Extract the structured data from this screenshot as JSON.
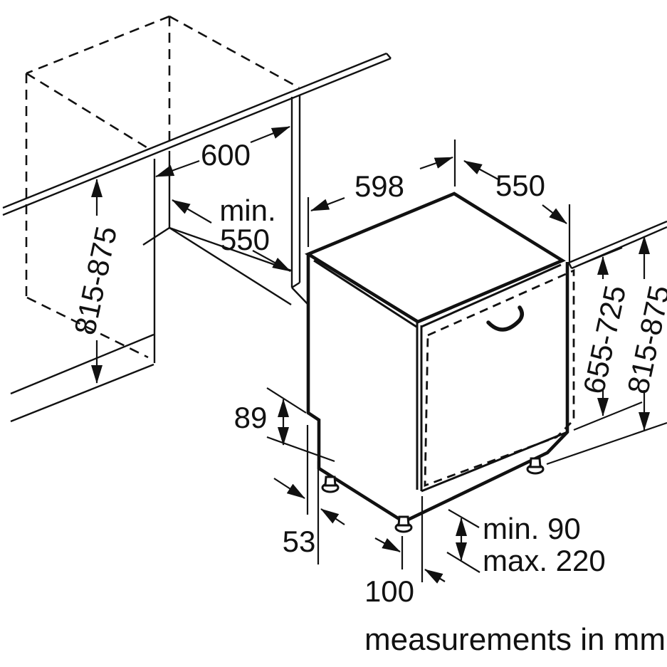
{
  "diagram": {
    "title": "built-in dishwasher installation drawing",
    "units": "mm",
    "caption": "measurements in mm",
    "dimensions": {
      "niche_width": "600",
      "niche_depth_prefix": "min.",
      "niche_depth_value": "550",
      "niche_height": "815-875",
      "appliance_width": "598",
      "appliance_depth": "550",
      "door_panel_height": "655-725",
      "appliance_height": "815-875",
      "base_rear_height": "89",
      "base_rear_inset": "53",
      "plinth_depth": "100",
      "plinth_height_min": "min. 90",
      "plinth_height_max": "max. 220"
    }
  }
}
